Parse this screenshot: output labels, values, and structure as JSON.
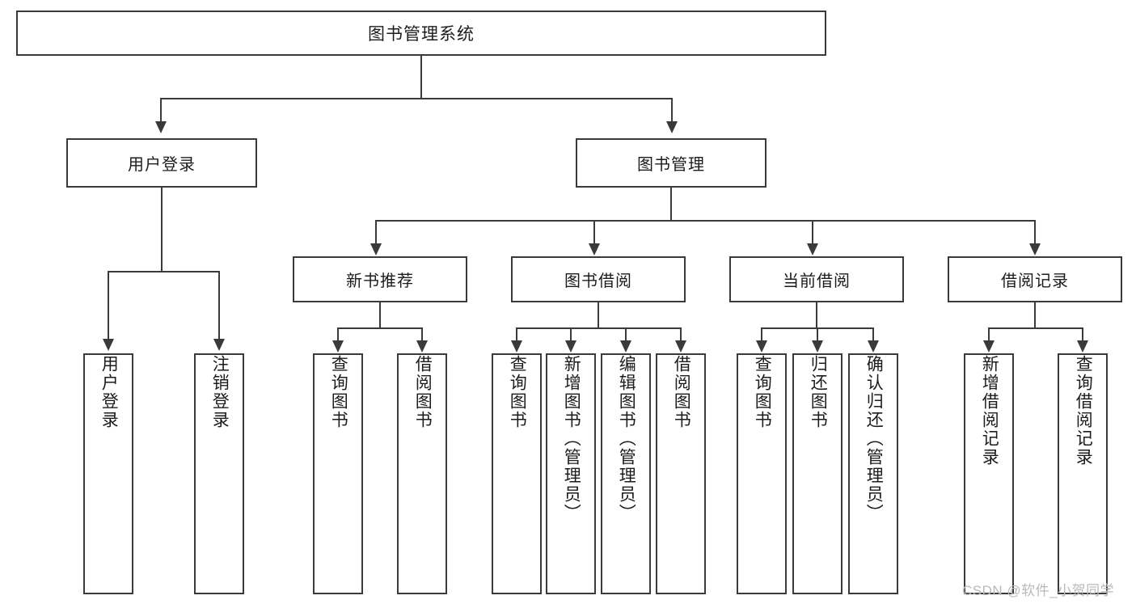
{
  "diagram": {
    "title": "图书管理系统",
    "watermark": "CSDN @软件_小贺同学",
    "colors": {
      "stroke": "#3a3a3a",
      "text": "#1c1c1c",
      "background": "#ffffff",
      "watermark": "#b9b9b9"
    },
    "nodes": {
      "root": {
        "label": "图书管理系统"
      },
      "level2": [
        {
          "id": "user-login",
          "label": "用户登录"
        },
        {
          "id": "book-manage",
          "label": "图书管理"
        }
      ],
      "level3": [
        {
          "id": "new-book-recommend",
          "label": "新书推荐"
        },
        {
          "id": "book-borrow",
          "label": "图书借阅"
        },
        {
          "id": "current-borrow",
          "label": "当前借阅"
        },
        {
          "id": "borrow-record",
          "label": "借阅记录"
        }
      ],
      "leaves": {
        "user-login": [
          {
            "id": "leaf-user-login",
            "label": "用户登录"
          },
          {
            "id": "leaf-user-logout",
            "label": "注销登录"
          }
        ],
        "new-book-recommend": [
          {
            "id": "leaf-query-book-1",
            "label": "查询图书"
          },
          {
            "id": "leaf-borrow-book-1",
            "label": "借阅图书"
          }
        ],
        "book-borrow": [
          {
            "id": "leaf-query-book-2",
            "label": "查询图书"
          },
          {
            "id": "leaf-add-book",
            "label": "新增图书（管理员）"
          },
          {
            "id": "leaf-edit-book",
            "label": "编辑图书（管理员）"
          },
          {
            "id": "leaf-borrow-book-2",
            "label": "借阅图书"
          }
        ],
        "current-borrow": [
          {
            "id": "leaf-query-book-3",
            "label": "查询图书"
          },
          {
            "id": "leaf-return-book",
            "label": "归还图书"
          },
          {
            "id": "leaf-confirm-return",
            "label": "确认归还（管理员）"
          }
        ],
        "borrow-record": [
          {
            "id": "leaf-add-record",
            "label": "新增借阅记录"
          },
          {
            "id": "leaf-query-record",
            "label": "查询借阅记录"
          }
        ]
      }
    }
  }
}
